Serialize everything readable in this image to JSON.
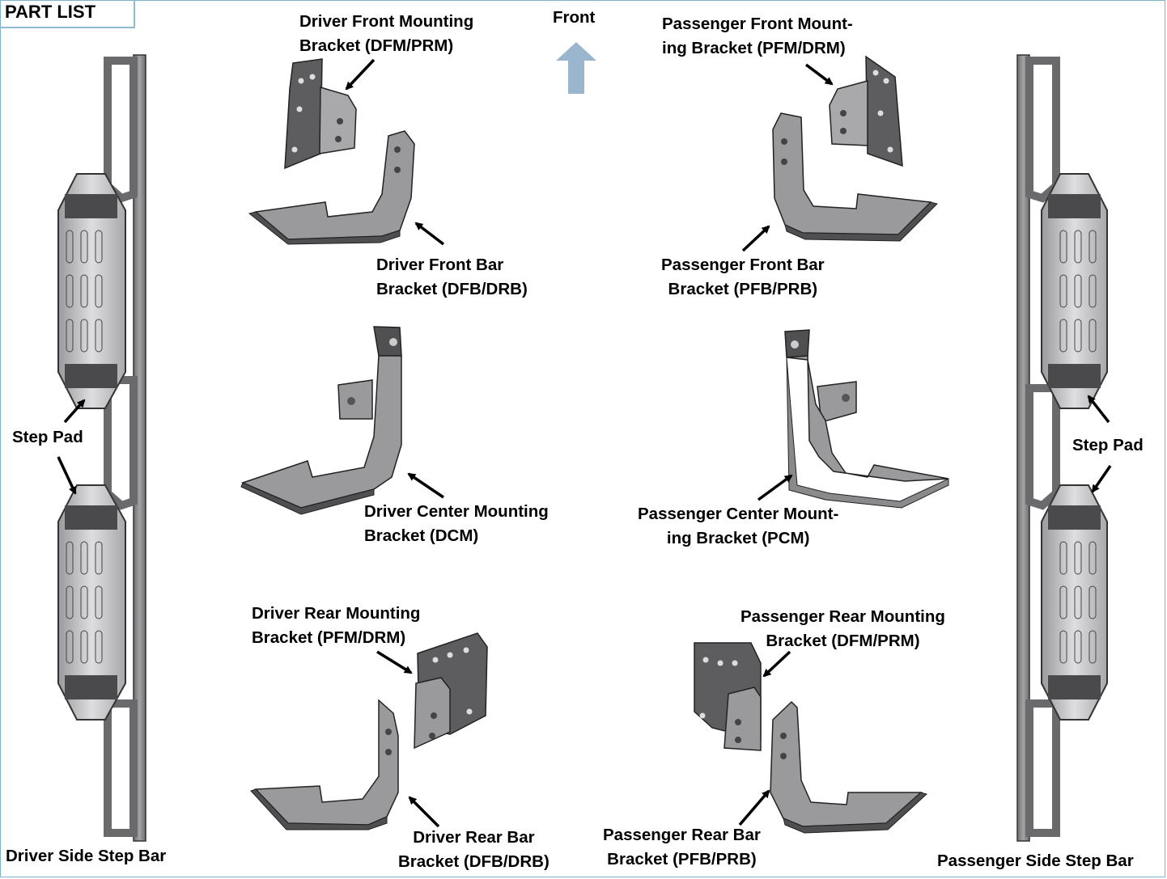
{
  "title": "PART LIST",
  "front": "Front",
  "labels": {
    "dfm": [
      "Driver Front Mounting",
      "Bracket (DFM/PRM)"
    ],
    "pfm": [
      "Passenger Front Mount-",
      "ing Bracket (PFM/DRM)"
    ],
    "dfb": [
      "Driver Front Bar",
      "Bracket (DFB/DRB)"
    ],
    "pfb": [
      "Passenger Front Bar",
      "Bracket (PFB/PRB)"
    ],
    "dcm": [
      "Driver Center Mounting",
      "Bracket (DCM)"
    ],
    "pcm": [
      "Passenger Center Mount-",
      "ing Bracket (PCM)"
    ],
    "drm": [
      "Driver Rear Mounting",
      "Bracket (PFM/DRM)"
    ],
    "prm": [
      "Passenger Rear Mounting",
      "Bracket (DFM/PRM)"
    ],
    "drb": [
      "Driver Rear Bar",
      "Bracket (DFB/DRB)"
    ],
    "prb": [
      "Passenger Rear Bar",
      "Bracket (PFB/PRB)"
    ],
    "step_pad_left": "Step Pad",
    "step_pad_right": "Step Pad",
    "driver_bar": "Driver Side Step Bar",
    "passenger_bar": "Passenger Side Step Bar"
  },
  "colors": {
    "frame_border": "#7fb2cc",
    "arrow_front": "#9ab6cf",
    "metal": "#8e8e90",
    "metal_dark": "#555557"
  }
}
